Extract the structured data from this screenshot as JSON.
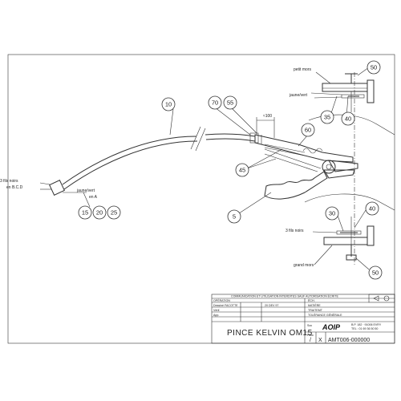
{
  "part_numbers": {
    "p10": "10",
    "p70": "70",
    "p55": "55",
    "p60": "60",
    "p45": "45",
    "p5": "5",
    "p15": "15",
    "p20": "20",
    "p25": "25",
    "p50_top": "50",
    "p35": "35",
    "p40_top": "40",
    "p30": "30",
    "p40_bottom": "40",
    "p50_bottom": "50"
  },
  "annotations": {
    "petit_mors": "petit mors",
    "jaune_vert_top": "jaune/vert",
    "dim_100": "≈100",
    "three_wires_left": "3 fils noirs",
    "en_bcd": "en B.C.D",
    "jaune_vert_left": "jaune/vert",
    "en_a": "en A",
    "three_wires_bottom": "3 fils noirs",
    "grand_mors": "grand mors"
  },
  "title_block": {
    "header": "COMMUNICATION ET UTILISATION INTERDITES SAUF AUTORISATION ÉCRITE",
    "row_operation": "OPÉRATION",
    "row_dessine": "Dessiné FACOTTE",
    "row_date": "20 DEV 97",
    "row_verif": "Vérif.",
    "row_app": "App.",
    "ech": "ÉCH.",
    "matiere": "MATIÈRE",
    "traitement": "TRAITEMT",
    "tolerance": "TOLÉRANCE GÉNÉRALE",
    "title": "PINCE KELVIN OM15",
    "soc": "Soc",
    "company_logo": "AOIP",
    "address1": "B.P. 182 · 91006 EVRY",
    "address2": "TEL : 01 69 36 50 50",
    "folio_label": "Folio",
    "folio_value": "/",
    "sheet_x": "X",
    "drawing_number": "AMT006-000000"
  }
}
